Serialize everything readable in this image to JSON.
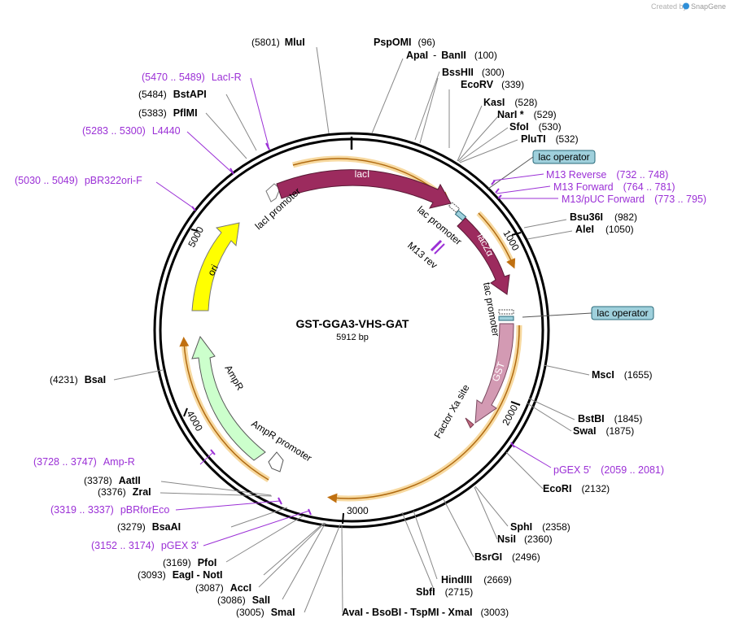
{
  "brand": {
    "text": "Created by",
    "name": "SnapGene"
  },
  "plasmid": {
    "name": "GST-GGA3-VHS-GAT",
    "size": "5912 bp"
  },
  "ticks": [
    "1000",
    "2000",
    "3000",
    "4000",
    "5000"
  ],
  "sites": [
    {
      "name": "MluI",
      "pos": "(5801)"
    },
    {
      "name": "PspOMI",
      "pos": "(96)"
    },
    {
      "name": "ApaI",
      "sep": "-",
      "name2": "BanII",
      "pos": "(100)"
    },
    {
      "name": "BssHII",
      "pos": "(300)"
    },
    {
      "name": "EcoRV",
      "pos": "(339)"
    },
    {
      "name": "KasI",
      "pos": "(528)"
    },
    {
      "name": "NarI *",
      "pos": "(529)"
    },
    {
      "name": "SfoI",
      "pos": "(530)"
    },
    {
      "name": "PluTI",
      "pos": "(532)"
    },
    {
      "name": "Bsu36I",
      "pos": "(982)"
    },
    {
      "name": "AleI",
      "pos": "(1050)"
    },
    {
      "name": "MscI",
      "pos": "(1655)"
    },
    {
      "name": "BstBI",
      "pos": "(1845)"
    },
    {
      "name": "SwaI",
      "pos": "(1875)"
    },
    {
      "name": "EcoRI",
      "pos": "(2132)"
    },
    {
      "name": "SphI",
      "pos": "(2358)"
    },
    {
      "name": "NsiI",
      "pos": "(2360)"
    },
    {
      "name": "BsrGI",
      "pos": "(2496)"
    },
    {
      "name": "HindIII",
      "pos": "(2669)"
    },
    {
      "name": "SbfI",
      "pos": "(2715)"
    },
    {
      "name": "AvaI - BsoBI - TspMI - XmaI",
      "pos": "(3003)"
    },
    {
      "name": "SmaI",
      "pos": "(3005)"
    },
    {
      "name": "SalI",
      "pos": "(3086)"
    },
    {
      "name": "AccI",
      "pos": "(3087)"
    },
    {
      "name": "EagI - NotI",
      "pos": "(3093)"
    },
    {
      "name": "PfoI",
      "pos": "(3169)"
    },
    {
      "name": "BsaAI",
      "pos": "(3279)"
    },
    {
      "name": "ZraI",
      "pos": "(3376)"
    },
    {
      "name": "AatII",
      "pos": "(3378)"
    },
    {
      "name": "BsaI",
      "pos": "(4231)"
    },
    {
      "name": "PflMI",
      "pos": "(5383)"
    },
    {
      "name": "BstAPI",
      "pos": "(5484)"
    }
  ],
  "primers": [
    {
      "range": "(5470 .. 5489)",
      "name": "LacI-R"
    },
    {
      "range": "(5283 .. 5300)",
      "name": "L4440"
    },
    {
      "range": "(5030 .. 5049)",
      "name": "pBR322ori-F"
    },
    {
      "name": "M13 Reverse",
      "range": "(732 .. 748)"
    },
    {
      "name": "M13 Forward",
      "range": "(764 .. 781)"
    },
    {
      "name": "M13/pUC Forward",
      "range": "(773 .. 795)"
    },
    {
      "name": "pGEX 5'",
      "range": "(2059 .. 2081)"
    },
    {
      "range": "(3728 .. 3747)",
      "name": "Amp-R"
    },
    {
      "range": "(3319 .. 3337)",
      "name": "pBRforEco"
    },
    {
      "range": "(3152 .. 3174)",
      "name": "pGEX 3'"
    }
  ],
  "features": {
    "lacI": "lacI",
    "lacI_promoter": "lacI promoter",
    "lac_promoter": "lac promoter",
    "m13_rev": "M13 rev",
    "lacZa": "lacZα",
    "tac_promoter": "tac promoter",
    "gst": "GST",
    "factor_xa": "Factor Xa site",
    "ori": "ori",
    "ampr": "AmpR",
    "ampr_promoter": "AmpR promoter",
    "lac_operator_1": "lac operator",
    "lac_operator_2": "lac operator"
  },
  "colors": {
    "lacI": "#9c2b5e",
    "lacZa": "#9c2b5e",
    "gst": "#d39ab3",
    "ori": "#ffff00",
    "ampr": "#ccffcc",
    "promoter": "#ffffff",
    "primer": "#9b30d6",
    "orf": "#f0a020",
    "operator": "#9fd0dc"
  }
}
